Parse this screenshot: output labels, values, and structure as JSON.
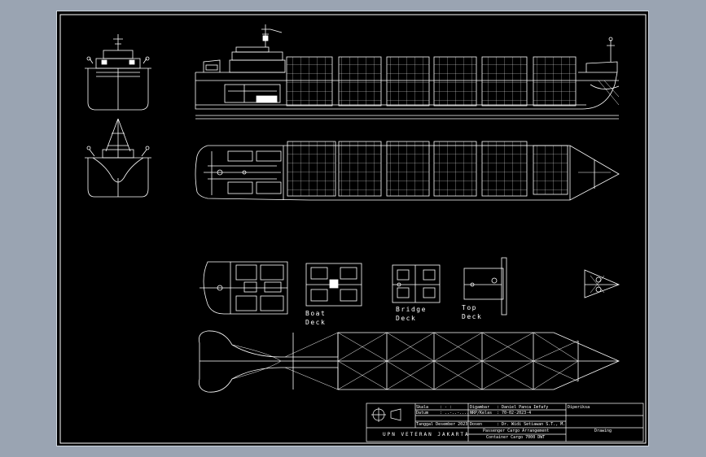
{
  "view_labels": {
    "boat_deck": [
      "Boat",
      "Deck"
    ],
    "bridge_deck": [
      "Bridge",
      "Deck"
    ],
    "top_deck": [
      "Top",
      "Deck"
    ]
  },
  "title_block": {
    "scale_label": "Skala",
    "scale_value": ": - :",
    "date_label": "Datum",
    "date_value": ": ..-..-....",
    "drawn_label": "Digambar",
    "drawn_value": ": Daniel Panca Imfafy",
    "nrp_label": "NRP/Kelas",
    "nrp_value": ": 70-02-2023-4",
    "checked_label": "Diperiksa",
    "turned_in": "Tanggal Desember 2023",
    "lecturer_label": "Dosen",
    "lecturer_value": ": Dr. Widi Setiawan S.T., M.",
    "title_line1": "Passenger Cargo Arrangement",
    "title_line2": "Container Cargo 7000 DWT",
    "drawing_label": "Drawing",
    "school": "UPN VETERAN JAKARTA"
  },
  "colors": {
    "background": "#9aa4b2",
    "sheet": "#000000",
    "lines": "#ffffff"
  }
}
